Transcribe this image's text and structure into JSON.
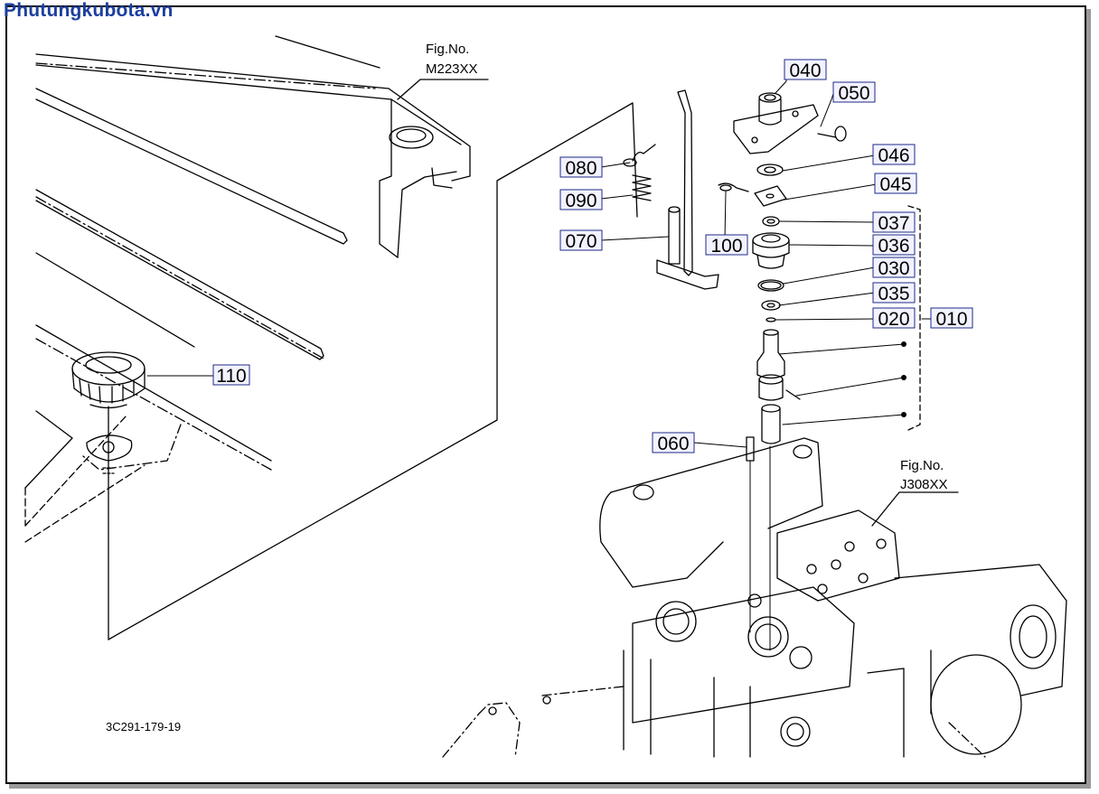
{
  "site": {
    "brand": "Phutungkubota.vn"
  },
  "diagram": {
    "figure_code": "3C291-179-19",
    "references": [
      {
        "line1": "Fig.No.",
        "line2": "M223XX"
      },
      {
        "line1": "Fig.No.",
        "line2": "J308XX"
      }
    ],
    "callouts": [
      "040",
      "050",
      "080",
      "090",
      "070",
      "100",
      "046",
      "045",
      "037",
      "036",
      "030",
      "035",
      "020",
      "010",
      "110",
      "060"
    ]
  }
}
